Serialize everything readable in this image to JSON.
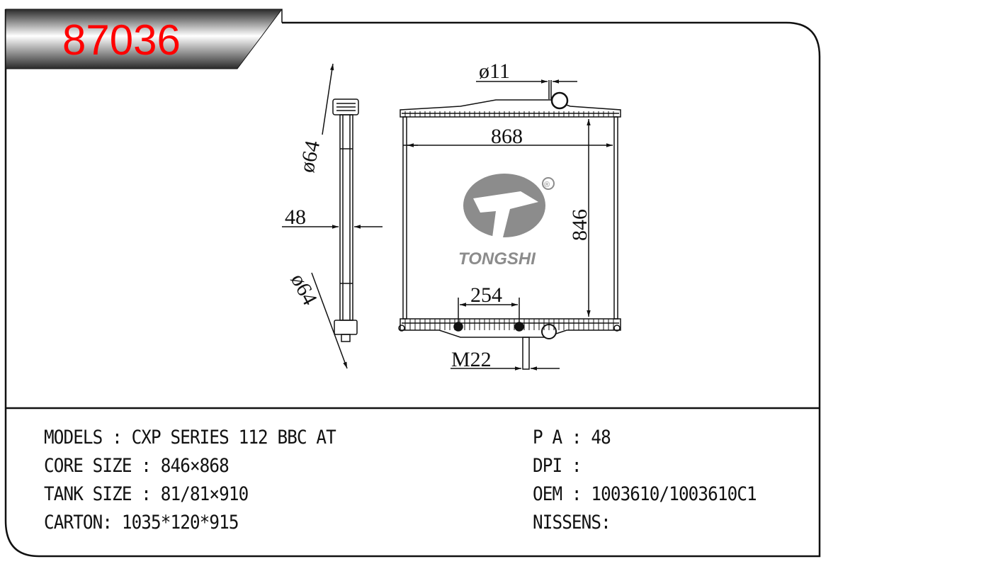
{
  "part_number": "87036",
  "colors": {
    "part_number": "#ff0000",
    "logo": "#8c8c8c",
    "line": "#111111"
  },
  "logo": {
    "brand": "TONGSHI",
    "registered": "®"
  },
  "dimensions": {
    "inlet_dia": "ø11",
    "width": "868",
    "height": "846",
    "thickness": "48",
    "top_pipe": "ø64",
    "bottom_pipe": "ø64",
    "mount_spacing": "254",
    "drain": "M22"
  },
  "specs": {
    "left": [
      "MODELS : CXP SERIES 112 BBC AT",
      "CORE SIZE : 846×868",
      "TANK SIZE : 81/81×910",
      "CARTON: 1035*120*915"
    ],
    "right": [
      "P A : 48",
      "DPI :",
      "OEM : 1003610/1003610C1",
      "NISSENS:"
    ]
  }
}
